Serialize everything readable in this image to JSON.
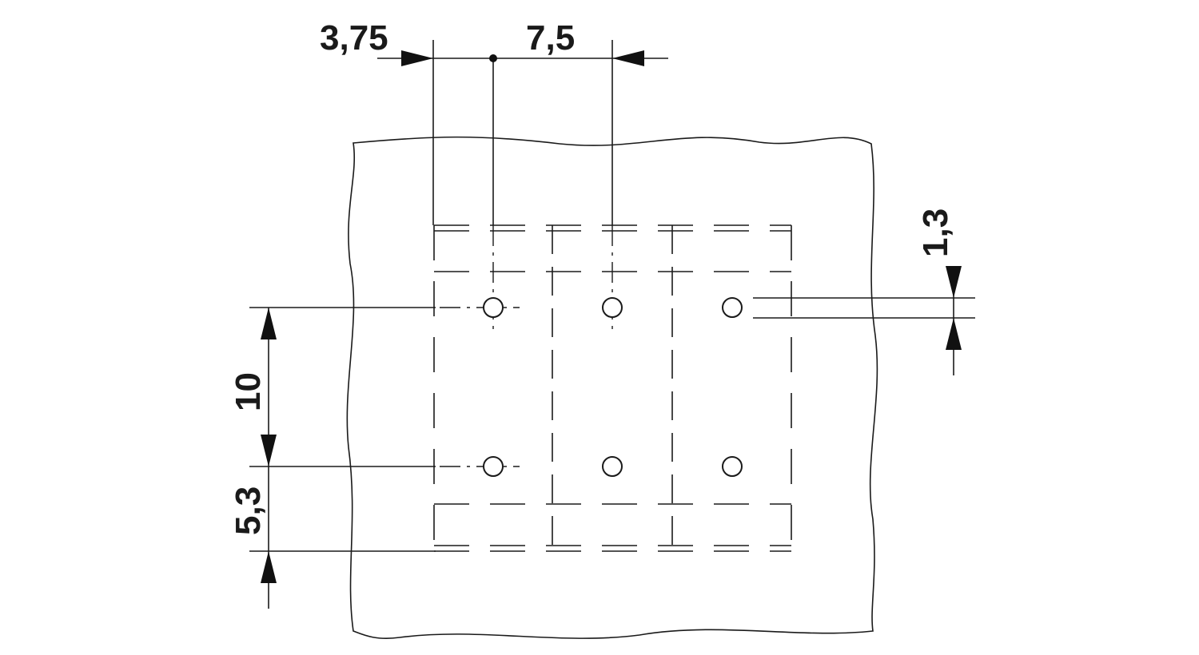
{
  "dimensions": {
    "offset_first_pin": "3,75",
    "pitch": "7,5",
    "hole_diameter": "1,3",
    "row_spacing": "10",
    "edge_offset": "5,3"
  },
  "holes": {
    "rows": 2,
    "cols": 3
  }
}
